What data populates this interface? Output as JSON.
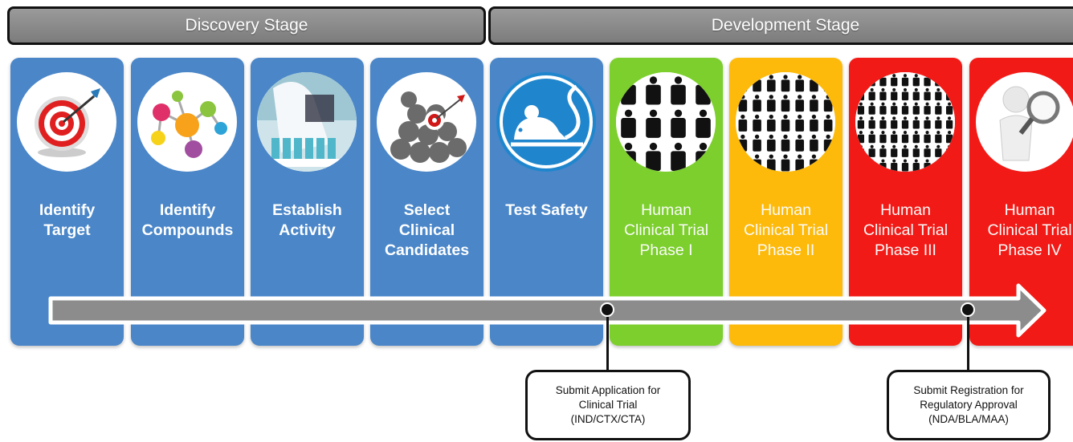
{
  "stages": {
    "discovery": "Discovery Stage",
    "development": "Development Stage"
  },
  "cards": [
    {
      "label": "Identify\nTarget",
      "color": "#4a86c8",
      "icon": "target-icon"
    },
    {
      "label": "Identify\nCompounds",
      "color": "#4a86c8",
      "icon": "molecule-icon"
    },
    {
      "label": "Establish\nActivity",
      "color": "#4a86c8",
      "icon": "lab-icon"
    },
    {
      "label": "Select\nClinical\nCandidates",
      "color": "#4a86c8",
      "icon": "candidate-balls-icon"
    },
    {
      "label": "Test Safety",
      "color": "#4a86c8",
      "icon": "mouse-icon"
    },
    {
      "label": "Human\nClinical Trial\nPhase I",
      "color": "#7ccf2c",
      "icon": "people-few-icon"
    },
    {
      "label": "Human\nClinical Trial\nPhase II",
      "color": "#fdba0a",
      "icon": "people-more-icon"
    },
    {
      "label": "Human\nClinical Trial\nPhase III",
      "color": "#f21a16",
      "icon": "people-many-icon"
    },
    {
      "label": "Human\nClinical Trial\nPhase IV",
      "color": "#f21a16",
      "icon": "magnifier-person-icon"
    }
  ],
  "milestones": [
    {
      "text": "Submit Application for\nClinical Trial\n(IND/CTX/CTA)"
    },
    {
      "text": "Submit Registration for\nRegulatory Approval\n(NDA/BLA/MAA)"
    }
  ],
  "colors": {
    "arrow": "#8c8c8c",
    "arrow_outline": "#ffffff",
    "stage_bar": "#888888"
  }
}
